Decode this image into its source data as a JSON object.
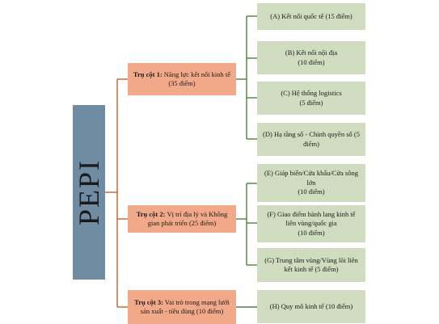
{
  "root": {
    "label": "PEPI"
  },
  "pillars": [
    {
      "prefix": "Trụ cột 1:",
      "text": "Năng lực kết nối kinh tế (35 điểm)",
      "children": [
        {
          "lines": [
            "(A) Kết nối quốc tế (15 điểm)"
          ]
        },
        {
          "lines": [
            "(B) Kết nối nội địa",
            "(10 điểm)"
          ]
        },
        {
          "lines": [
            "(C) Hệ thống logistics",
            "(5 điểm)"
          ]
        },
        {
          "lines": [
            "(D) Hạ tầng số - Chính quyền số (5 điểm)"
          ]
        }
      ]
    },
    {
      "prefix": "Trụ cột 2:",
      "text": "Vị trí địa lý và Không gian phát triển (25 điểm)",
      "children": [
        {
          "lines": [
            "(E) Giáp biển/Cửa khẩu/Cửa sông lớn",
            "(10 điểm)"
          ]
        },
        {
          "lines": [
            "(F) Giao điểm hành lang kinh tế liên vùng/quốc gia",
            "(10 điểm)"
          ]
        },
        {
          "lines": [
            "(G) Trung tâm vùng/Vùng lõi liên kết kinh tế (5 điểm)"
          ]
        }
      ]
    },
    {
      "prefix": "Trụ cột 3:",
      "text": "Vai trò trong mạng lưới sản xuất - tiêu dùng (10 điểm)",
      "children": [
        {
          "lines": [
            "(H) Quy mô kinh tế (10 điểm)"
          ]
        }
      ]
    }
  ],
  "colors": {
    "root_fill": "#6f8ca3",
    "pillar_fill": "#f2a98a",
    "pillar_line": "#c0622f",
    "leaf_fill": "#cfdcbf",
    "leaf_line": "#4f7f3f"
  }
}
